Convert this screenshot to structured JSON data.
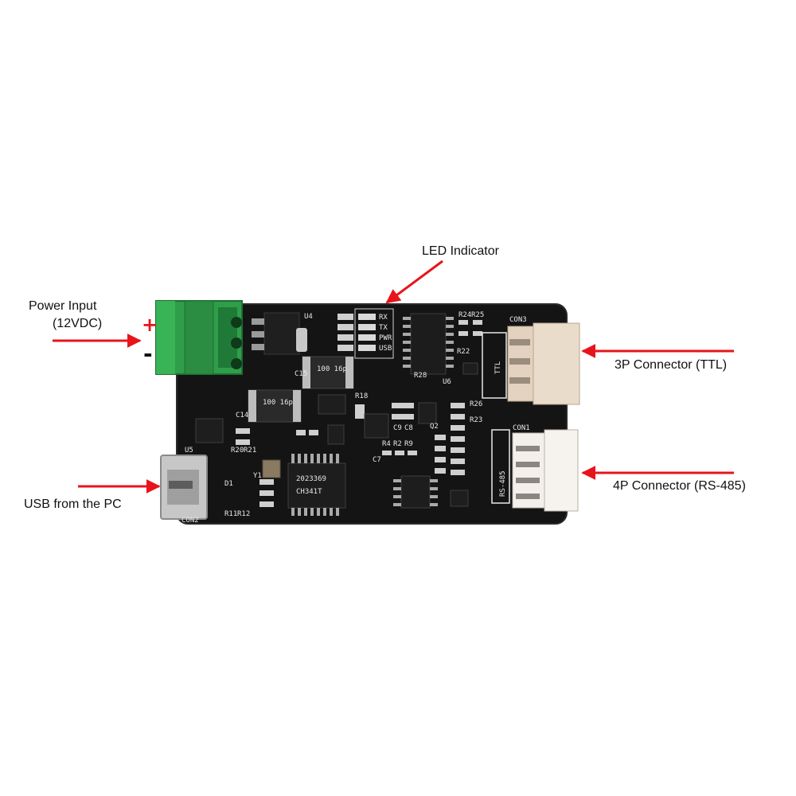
{
  "labels": {
    "led_indicator": "LED Indicator",
    "power_input_line1": "Power Input",
    "power_input_line2": "(12VDC)",
    "usb": "USB from the PC",
    "ttl": "3P Connector (TTL)",
    "rs485": "4P Connector (RS-485)"
  },
  "signs": {
    "plus": "+",
    "minus": "-"
  },
  "board": {
    "led_labels": [
      "RX",
      "TX",
      "PWR",
      "USB"
    ],
    "con3_label": "CON3",
    "con1_label": "CON1",
    "con2_label": "CON2",
    "ttl_silk": "TTL",
    "rs485_silk": "RS-485",
    "chip_main": "CH341T",
    "chip_main_code": "2023369",
    "cap_mark": "100 16p",
    "r_labels": [
      "R24",
      "R25",
      "R22",
      "R28",
      "R18",
      "R23",
      "R26",
      "R4",
      "R2",
      "R9",
      "R20",
      "R21",
      "R11",
      "R12",
      "U4",
      "U5",
      "U6",
      "C14",
      "C15",
      "C7",
      "C8",
      "C9",
      "D1",
      "Y1",
      "Q2"
    ]
  },
  "colors": {
    "arrow": "#e8141c",
    "board": "#141414",
    "terminal_block": "#2f9e4a",
    "connector": "#eadccb",
    "silk": "#e8e8e8"
  }
}
